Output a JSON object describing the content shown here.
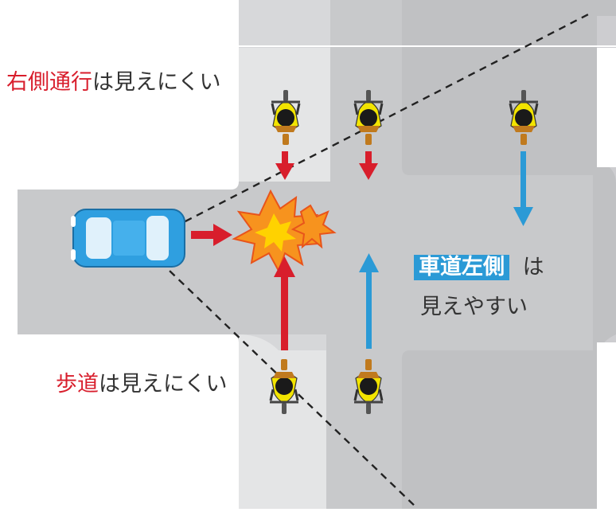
{
  "labels": {
    "right_side": {
      "emphasis": "右側通行",
      "rest": "は見えにくい"
    },
    "sidewalk": {
      "emphasis": "歩道",
      "rest": "は見えにくい"
    },
    "left_side": {
      "badge": "車道左側",
      "rest_1": "は",
      "rest_2": "見えやすい"
    }
  },
  "colors": {
    "road": "#c8c9cb",
    "road_shadow": "#aeb0b3",
    "sidewalk": "#e4e5e6",
    "danger_red": "#d81e2c",
    "safe_blue": "#2b9ad6",
    "car_blue": "#2f9fe0",
    "explosion_orange": "#f7931e",
    "explosion_yellow": "#ffd200",
    "rider_helmet": "#f2e400",
    "rider_bike": "#c07a1e"
  },
  "icons": [
    "car-icon",
    "bicycle-rider-icon",
    "collision-burst-icon",
    "arrow-icon"
  ]
}
